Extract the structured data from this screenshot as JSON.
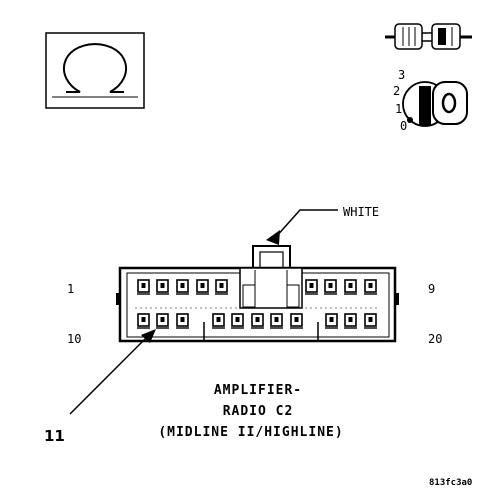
{
  "symbol": {
    "name": "omega-symbol",
    "glyph": "Ω"
  },
  "ignition": {
    "positions": [
      "3",
      "2",
      "1",
      "0"
    ],
    "key_glyph": "0"
  },
  "connector": {
    "color_label": "WHITE",
    "pin_labels": {
      "top_left": "1",
      "top_right": "9",
      "bottom_left": "10",
      "bottom_right": "20"
    },
    "top_row_pins": 9,
    "bottom_row_pins": 11
  },
  "callout_number": "11",
  "caption": {
    "line1": "AMPLIFIER-",
    "line2": "RADIO C2",
    "line3": "(MIDLINE II/HIGHLINE)"
  },
  "figure_code": "813fc3a0"
}
